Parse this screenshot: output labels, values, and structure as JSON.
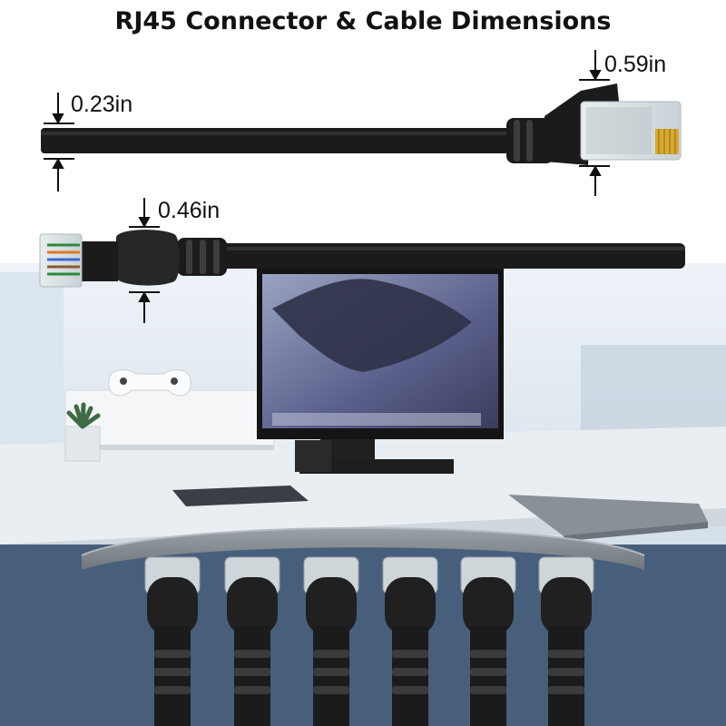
{
  "title": "RJ45 Connector & Cable Dimensions",
  "dimensions": {
    "cable_diameter": "0.23in",
    "plug_width": "0.59in",
    "boot_width": "0.46in"
  },
  "colors": {
    "cable": "#1b1b1b",
    "wall": "#cdd8e4",
    "desk": "#e8edf1",
    "carpet": "#4d6482",
    "organizer": "#8c9399",
    "gold_pins": "#d7a92f"
  }
}
